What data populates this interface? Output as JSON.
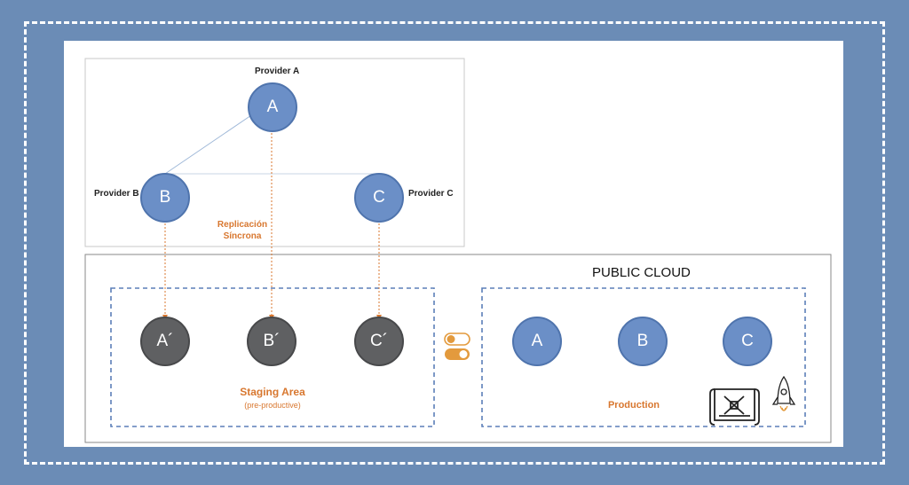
{
  "providers_panel": {
    "provider_a": "Provider A",
    "provider_b": "Provider B",
    "provider_c": "Provider C",
    "replication_line1": "Replicación",
    "replication_line2": "Síncrona"
  },
  "nodes": {
    "a": "A",
    "b": "B",
    "c": "C"
  },
  "staging": {
    "nodes": [
      "A´",
      "B´",
      "C´"
    ],
    "title": "Staging Area",
    "subtitle": "(pre-productive)"
  },
  "cloud": {
    "title": "PUBLIC CLOUD"
  },
  "production": {
    "nodes": [
      "A",
      "B",
      "C"
    ],
    "title": "Production"
  },
  "colors": {
    "background": "#6b8cb6",
    "node_blue": "#6b8fc7",
    "node_gray": "#5f6062",
    "accent_orange": "#d8772f",
    "dashed_blue": "#5b7fb8"
  },
  "icons": [
    "toggle-switch-icon",
    "blueprint-map-icon",
    "rocket-icon"
  ]
}
